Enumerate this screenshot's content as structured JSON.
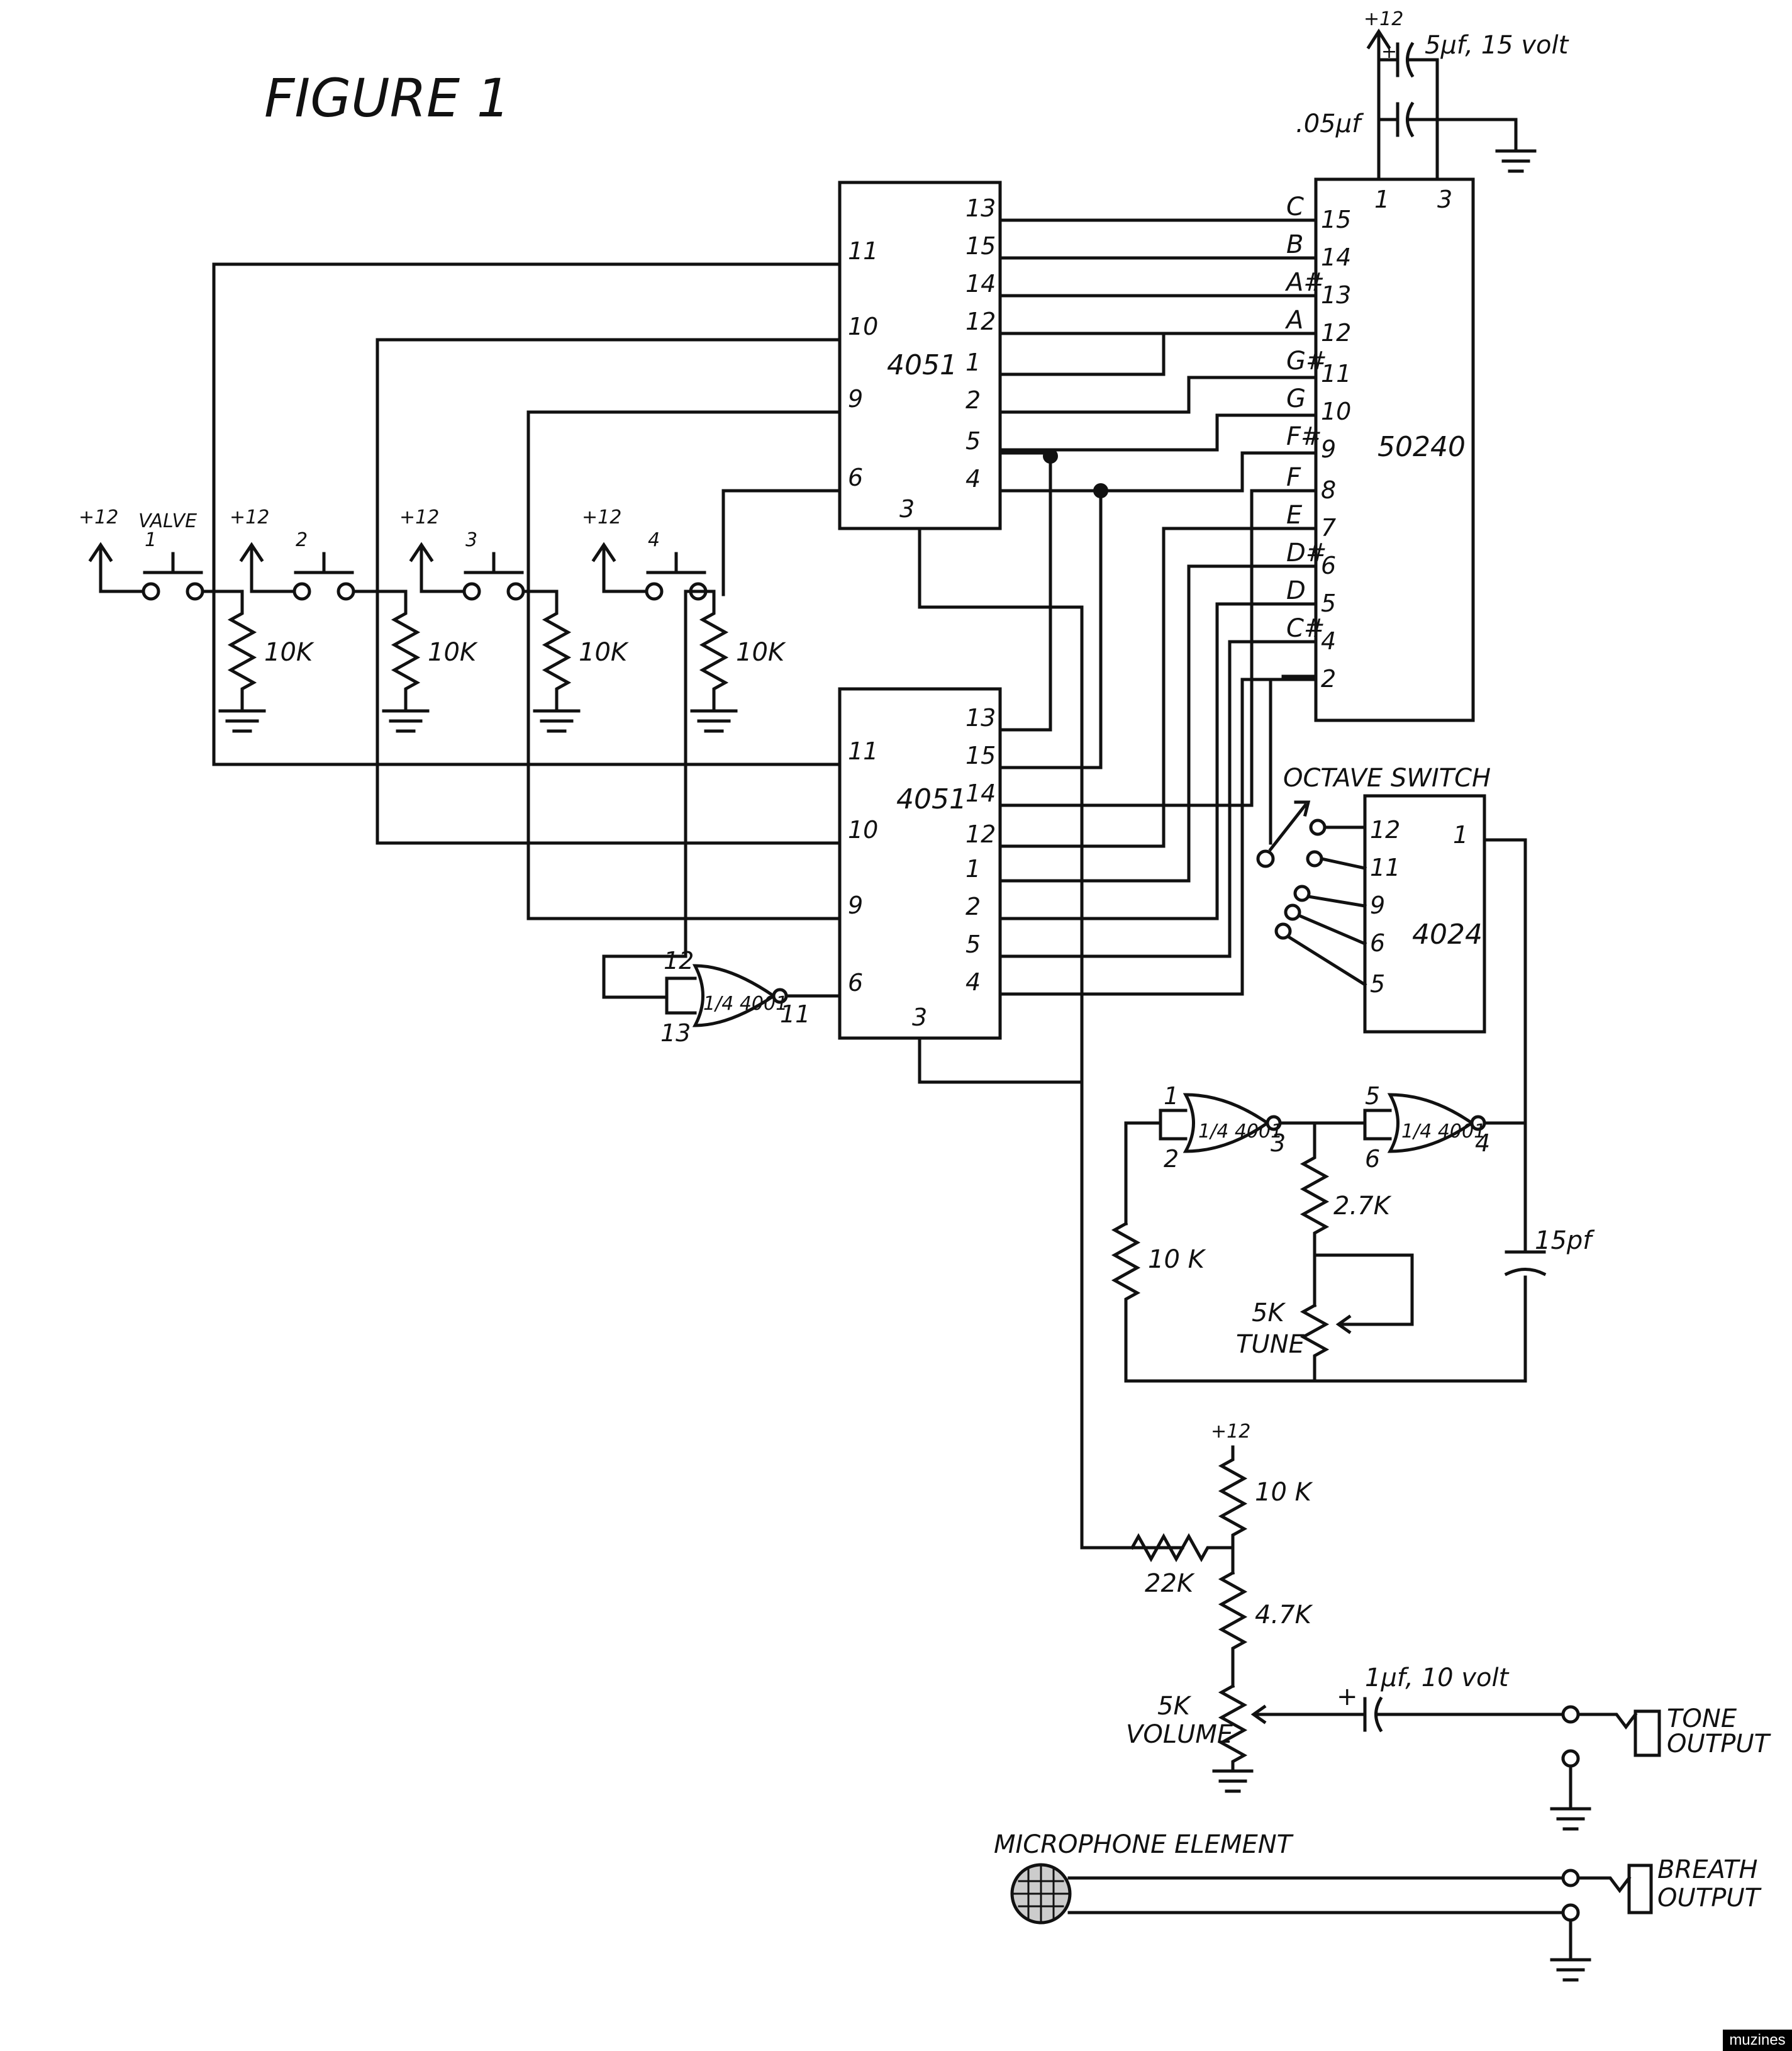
{
  "figure_title": "FIGURE 1",
  "ics": {
    "mux_top": "4051",
    "mux_bottom": "4051",
    "tone_gen": "50240",
    "divider": "4024",
    "nor_a": "1/4 4001",
    "nor_b": "1/4 4001",
    "nor_c": "1/4 4001"
  },
  "pins": {
    "mux_left": [
      "11",
      "10",
      "9",
      "6"
    ],
    "mux_right": [
      "13",
      "15",
      "14",
      "12",
      "1",
      "2",
      "5",
      "4"
    ],
    "mux_bottom": "3",
    "tone_top": [
      "1",
      "3"
    ],
    "tone_right": [
      "15",
      "14",
      "13",
      "12",
      "11",
      "10",
      "9",
      "8",
      "7",
      "6",
      "5",
      "4",
      "2"
    ],
    "divider_left": [
      "12",
      "11",
      "9",
      "6",
      "5"
    ],
    "divider_right": "1",
    "nor_a": [
      "12",
      "13",
      "11"
    ],
    "nor_b": [
      "1",
      "2",
      "3"
    ],
    "nor_c": [
      "5",
      "6",
      "4"
    ]
  },
  "notes": [
    "C",
    "B",
    "A#",
    "A",
    "G#",
    "G",
    "F#",
    "F",
    "E",
    "D#",
    "D",
    "C#"
  ],
  "valves": {
    "title": "VALVE",
    "labels": [
      "1",
      "2",
      "3",
      "4"
    ],
    "supply": "+12",
    "pull_down": "10K"
  },
  "power": {
    "supply": "+12",
    "cap_large": "5µf, 15 volt",
    "cap_small": ".05µf"
  },
  "octave_switch": "OCTAVE SWITCH",
  "oscillator": {
    "r_series": "2.7K",
    "r_feedback": "10 K",
    "pot": "5K",
    "pot_name": "TUNE",
    "cap": "15pf"
  },
  "output_stage": {
    "supply": "+12",
    "r_top": "10 K",
    "r_input": "22K",
    "r_mid": "4.7K",
    "pot": "5K",
    "pot_name": "VOLUME",
    "cap": "1µf, 10 volt",
    "cap_polarity": "+",
    "tone_jack": [
      "TONE",
      "OUTPUT"
    ]
  },
  "microphone": {
    "label": "MICROPHONE ELEMENT",
    "breath_jack": [
      "BREATH",
      "OUTPUT"
    ]
  },
  "watermark": "muzines"
}
